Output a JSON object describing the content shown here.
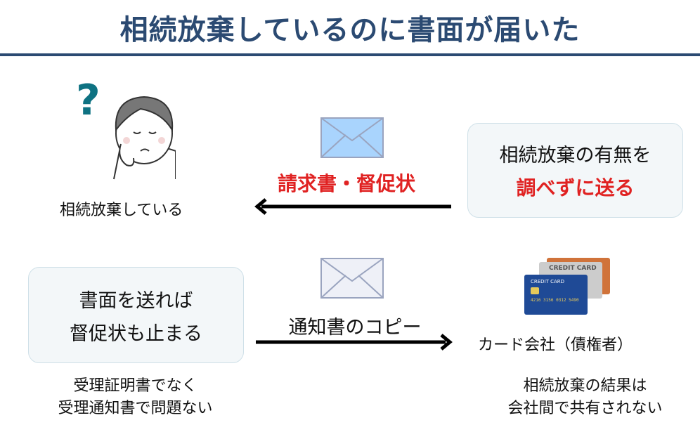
{
  "title": "相続放棄しているのに書面が届いた",
  "person_label": "相続放棄している",
  "top_letter_label": "請求書・督促状",
  "right_box": {
    "line1": "相続放棄の有無を",
    "line2": "調べずに送る"
  },
  "left_box": {
    "line1": "書面を送れば",
    "line2": "督促状も止まる"
  },
  "bottom_letter_label": "通知書のコピー",
  "card_company_label": "カード会社（債権者）",
  "card_text": "CREDIT CARD",
  "note_left": {
    "line1": "受理証明書でなく",
    "line2": "受理通知書で問題ない"
  },
  "note_right": {
    "line1": "相続放棄の結果は",
    "line2": "会社間で共有されない"
  }
}
